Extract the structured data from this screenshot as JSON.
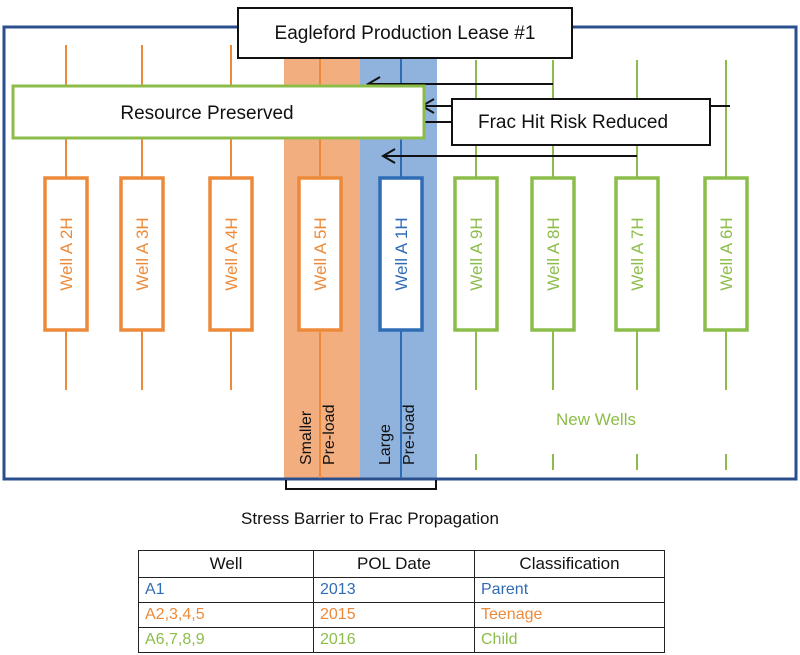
{
  "title": "Eagleford Production Lease #1",
  "callouts": {
    "resource": "Resource Preserved",
    "frac_hit": "Frac Hit Risk Reduced"
  },
  "wells": [
    {
      "label": "Well A 2H",
      "group": "teenage"
    },
    {
      "label": "Well A 3H",
      "group": "teenage"
    },
    {
      "label": "Well A 4H",
      "group": "teenage"
    },
    {
      "label": "Well A 5H",
      "group": "teenage"
    },
    {
      "label": "Well A 1H",
      "group": "parent"
    },
    {
      "label": "Well A 9H",
      "group": "child"
    },
    {
      "label": "Well A 8H",
      "group": "child"
    },
    {
      "label": "Well A 7H",
      "group": "child"
    },
    {
      "label": "Well A 6H",
      "group": "child"
    }
  ],
  "zones": {
    "smaller": "Smaller",
    "smaller_preload": "Pre-load",
    "large": "Large",
    "large_preload": "Pre-load"
  },
  "new_wells_label": "New Wells",
  "barrier_caption": "Stress Barrier to Frac Propagation",
  "legend": {
    "headers": [
      "Well",
      "POL Date",
      "Classification"
    ],
    "rows": [
      {
        "well": "A1",
        "date": "2013",
        "classification": "Parent",
        "group": "parent"
      },
      {
        "well": "A2,3,4,5",
        "date": "2015",
        "classification": "Teenage",
        "group": "teenage"
      },
      {
        "well": "A6,7,8,9",
        "date": "2016",
        "classification": "Child",
        "group": "child"
      }
    ]
  },
  "colors": {
    "parent": "#2f6cb5",
    "teenage": "#ec8a3a",
    "child": "#8cbd4a",
    "lease_border": "#2a4f8c",
    "teenage_zone": "#f3ae7f",
    "parent_zone": "#8fb3dd"
  }
}
